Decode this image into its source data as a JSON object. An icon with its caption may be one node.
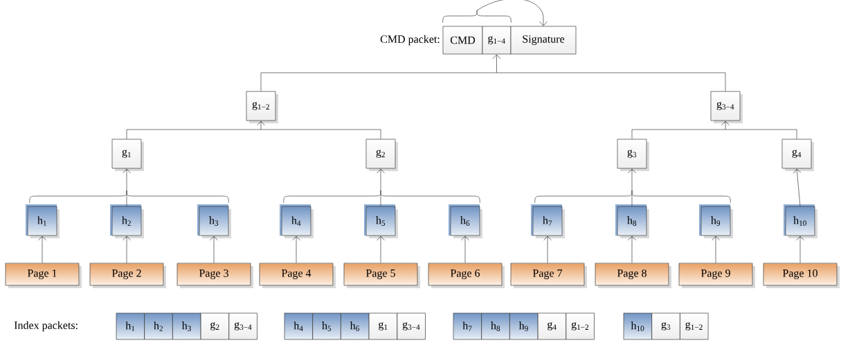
{
  "diagram": {
    "nodes": [
      {
        "text": [
          "CMD"
        ]
      },
      {
        "text": [
          "g$_{1−4}$"
        ]
      },
      {
        "text": [
          "Signature"
        ]
      },
      {
        "text": [
          "g$_{1−2}$"
        ]
      },
      {
        "text": [
          "g$_{3−4}$"
        ]
      },
      {
        "text": [
          "g$_{1}$"
        ]
      },
      {
        "text": [
          "g$_{2}$"
        ]
      },
      {
        "text": [
          "g$_{3}$"
        ]
      },
      {
        "text": [
          "g$_{4}$"
        ]
      },
      {
        "text": [
          "h$_{1}$"
        ]
      },
      {
        "text": [
          "h$_{2}$"
        ]
      },
      {
        "text": [
          "h$_{3}$"
        ]
      },
      {
        "text": [
          "h$_{4}$"
        ]
      },
      {
        "text": [
          "h$_{5}$"
        ]
      },
      {
        "text": [
          "h$_{6}$"
        ]
      },
      {
        "text": [
          "h$_{7}$"
        ]
      },
      {
        "text": [
          "h$_{8}$"
        ]
      },
      {
        "text": [
          "h$_{9}$"
        ]
      },
      {
        "text": [
          "h$_{10}$"
        ]
      },
      {
        "text": [
          "Page 1"
        ]
      },
      {
        "text": [
          "Page 2"
        ]
      },
      {
        "text": [
          "Page 3"
        ]
      },
      {
        "text": [
          "Page 4"
        ]
      },
      {
        "text": [
          "Page 5"
        ]
      },
      {
        "text": [
          "Page 6"
        ]
      },
      {
        "text": [
          "Page 7"
        ]
      },
      {
        "text": [
          "Page 8"
        ]
      },
      {
        "text": [
          "Page 9"
        ]
      },
      {
        "text": [
          "Page 10"
        ]
      },
      {
        "text": [
          "h$_{1}$"
        ]
      },
      {
        "text": [
          "h$_{2}$"
        ]
      },
      {
        "text": [
          "h$_{3}$"
        ]
      },
      {
        "text": [
          "g$_{2}$"
        ]
      },
      {
        "text": [
          "g$_{3−4}$"
        ]
      },
      {
        "text": [
          "h$_{4}$"
        ]
      },
      {
        "text": [
          "h$_{5}$"
        ]
      },
      {
        "text": [
          "h$_{6}$"
        ]
      },
      {
        "text": [
          "g$_{1}$"
        ]
      },
      {
        "text": [
          "g$_{3−4}$"
        ]
      },
      {
        "text": [
          "h$_{7}$"
        ]
      },
      {
        "text": [
          "h$_{8}$"
        ]
      },
      {
        "text": [
          "h$_{9}$"
        ]
      },
      {
        "text": [
          "g$_{4}$"
        ]
      },
      {
        "text": [
          "g$_{1−2}$"
        ]
      },
      {
        "text": [
          "h$_{10}$"
        ]
      },
      {
        "text": [
          "g$_{3}$"
        ]
      },
      {
        "text": [
          "g$_{1−2}$"
        ]
      }
    ],
    "edges": [
      {
        "from": 0,
        "to": 2,
        "arrow": "to"
      },
      {
        "from": 1,
        "to": 2,
        "arrow": "to"
      },
      {
        "from": 3,
        "to": 1,
        "arrow": "to"
      },
      {
        "from": 4,
        "to": 1,
        "arrow": "to"
      },
      {
        "from": 5,
        "to": 3,
        "arrow": "to"
      },
      {
        "from": 6,
        "to": 3,
        "arrow": "to"
      },
      {
        "from": 7,
        "to": 4,
        "arrow": "to"
      },
      {
        "from": 8,
        "to": 4,
        "arrow": "to"
      },
      {
        "from": 9,
        "to": 5,
        "arrow": "to"
      },
      {
        "from": 10,
        "to": 5,
        "arrow": "to"
      },
      {
        "from": 11,
        "to": 5,
        "arrow": "to"
      },
      {
        "from": 12,
        "to": 6,
        "arrow": "to"
      },
      {
        "from": 13,
        "to": 6,
        "arrow": "to"
      },
      {
        "from": 14,
        "to": 6,
        "arrow": "to"
      },
      {
        "from": 15,
        "to": 7,
        "arrow": "to"
      },
      {
        "from": 16,
        "to": 7,
        "arrow": "to"
      },
      {
        "from": 17,
        "to": 7,
        "arrow": "to"
      },
      {
        "from": 18,
        "to": 8,
        "arrow": "to"
      },
      {
        "from": 19,
        "to": 9,
        "arrow": "to"
      },
      {
        "from": 20,
        "to": 10,
        "arrow": "to"
      },
      {
        "from": 21,
        "to": 11,
        "arrow": "to"
      },
      {
        "from": 22,
        "to": 12,
        "arrow": "to"
      },
      {
        "from": 23,
        "to": 13,
        "arrow": "to"
      },
      {
        "from": 24,
        "to": 14,
        "arrow": "to"
      },
      {
        "from": 25,
        "to": 15,
        "arrow": "to"
      },
      {
        "from": 26,
        "to": 16,
        "arrow": "to"
      },
      {
        "from": 27,
        "to": 17,
        "arrow": "to"
      },
      {
        "from": 28,
        "to": 18,
        "arrow": "to"
      }
    ],
    "labels": [
      "CMD packet:",
      "Index packets:"
    ]
  }
}
